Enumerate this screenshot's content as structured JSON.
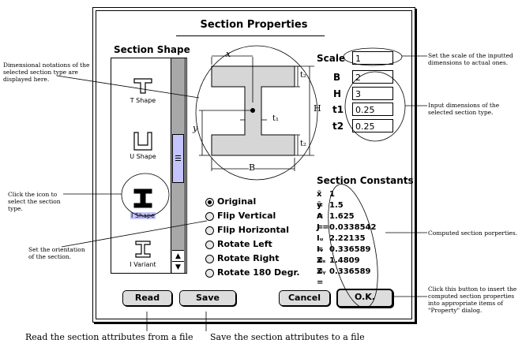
{
  "dialog": {
    "title": "Section Properties",
    "section_shape_header": "Section Shape",
    "section_constants_header": "Section Constants"
  },
  "shapes": [
    {
      "label": "T Shape",
      "icon": "t-shape-icon"
    },
    {
      "label": "U Shape",
      "icon": "u-shape-icon"
    },
    {
      "label": "I Shape",
      "icon": "i-shape-icon",
      "selected": true
    },
    {
      "label": "I Variant",
      "icon": "i-variant-icon"
    }
  ],
  "diagram": {
    "x": "x",
    "t2_top": "t₂",
    "t2_bottom": "t₂",
    "h": "H",
    "t1": "t₁",
    "y": "y",
    "b": "B"
  },
  "fields": {
    "scale": {
      "label": "Scale",
      "value": "1"
    },
    "b": {
      "label": "B",
      "value": "2"
    },
    "h": {
      "label": "H",
      "value": "3"
    },
    "t1": {
      "label": "t1",
      "value": "0.25"
    },
    "t2": {
      "label": "t2",
      "value": "0.25"
    }
  },
  "orientation": [
    {
      "label": "Original",
      "selected": true
    },
    {
      "label": "Flip Vertical",
      "selected": false
    },
    {
      "label": "Flip Horizontal",
      "selected": false
    },
    {
      "label": "Rotate Left",
      "selected": false
    },
    {
      "label": "Rotate Right",
      "selected": false
    },
    {
      "label": "Rotate 180 Degr.",
      "selected": false
    }
  ],
  "constants": [
    {
      "key": "x̄ =",
      "value": "1"
    },
    {
      "key": "ȳ =",
      "value": "1.5"
    },
    {
      "key": "A =",
      "value": "1.625"
    },
    {
      "key": "J =",
      "value": "0.0338542"
    },
    {
      "key": "Iᵤ =",
      "value": "2.22135"
    },
    {
      "key": "Iᵥ =",
      "value": "0.336589"
    },
    {
      "key": "Zₓ =",
      "value": "1.4809"
    },
    {
      "key": "Zᵧ =",
      "value": "0.336589"
    }
  ],
  "buttons": {
    "read": "Read",
    "save": "Save",
    "cancel": "Cancel",
    "ok": "O.K."
  },
  "annotations": {
    "dimensional": "Dimensional notations of the selected section type are displayed here.",
    "click_icon": "Click the icon to select the section type.",
    "orientation": "Set the orientation of the section.",
    "scale": "Set the scale of the inputted dimensions to actual ones.",
    "input_dims": "Input dimensions of the selected section type.",
    "computed": "Computed section porperties.",
    "ok_note": "Click this button to insert the computed section properties into appropriate items of \"Property\" dialog.",
    "read_caption": "Read the section attributes from a file",
    "save_caption": "Save the section attributes to a file"
  }
}
